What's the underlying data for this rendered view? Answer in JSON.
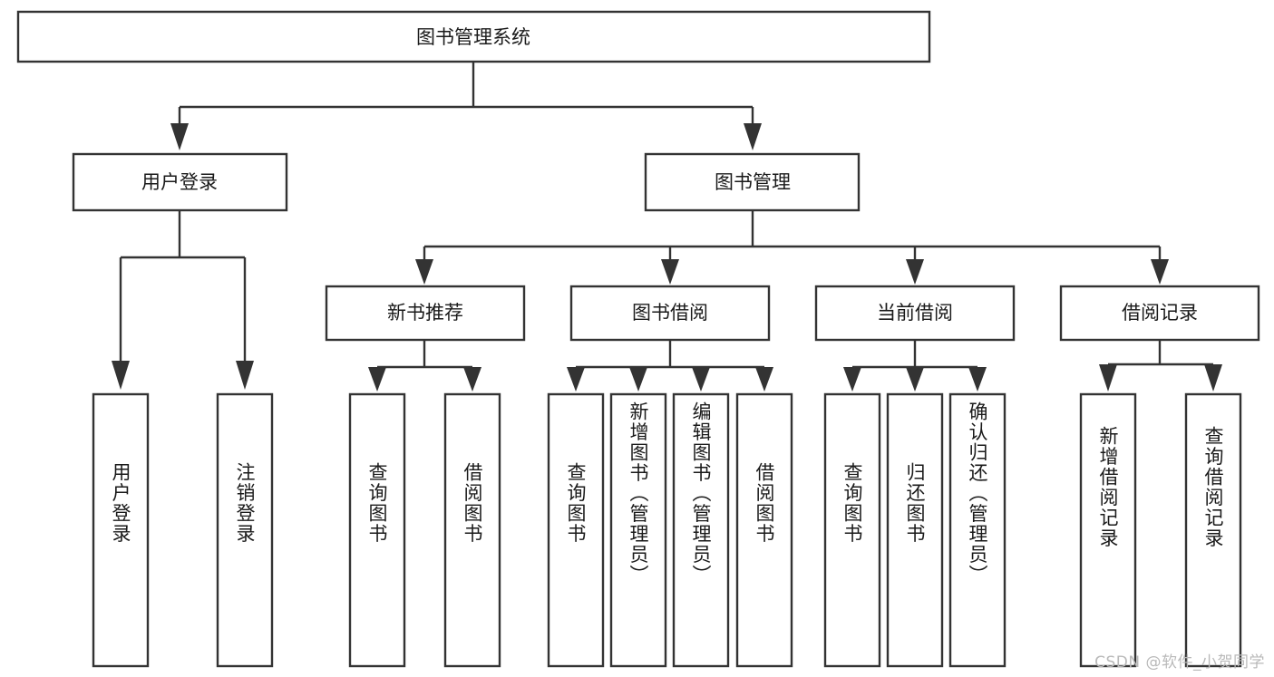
{
  "diagram": {
    "type": "tree",
    "title": "图书管理系统",
    "watermark": "CSDN @软件_小贺同学",
    "colors": {
      "box_stroke": "#333333",
      "box_fill": "#ffffff",
      "text": "#1a1a1a",
      "background": "#ffffff",
      "watermark": "#b9b9b9"
    },
    "root": {
      "label": "图书管理系统"
    },
    "level2": [
      {
        "label": "用户登录"
      },
      {
        "label": "图书管理"
      }
    ],
    "level3": [
      {
        "label": "新书推荐"
      },
      {
        "label": "图书借阅"
      },
      {
        "label": "当前借阅"
      },
      {
        "label": "借阅记录"
      }
    ],
    "leaves": {
      "user_login": [
        {
          "label": "用户登录"
        },
        {
          "label": "注销登录"
        }
      ],
      "new_book_recommend": [
        {
          "label": "查询图书"
        },
        {
          "label": "借阅图书"
        }
      ],
      "book_borrow": [
        {
          "label": "查询图书"
        },
        {
          "label": "新增图书（管理员）"
        },
        {
          "label": "编辑图书（管理员）"
        },
        {
          "label": "借阅图书"
        }
      ],
      "current_borrow": [
        {
          "label": "查询图书"
        },
        {
          "label": "归还图书"
        },
        {
          "label": "确认归还（管理员）"
        }
      ],
      "borrow_record": [
        {
          "label": "新增借阅记录"
        },
        {
          "label": "查询借阅记录"
        }
      ]
    }
  }
}
